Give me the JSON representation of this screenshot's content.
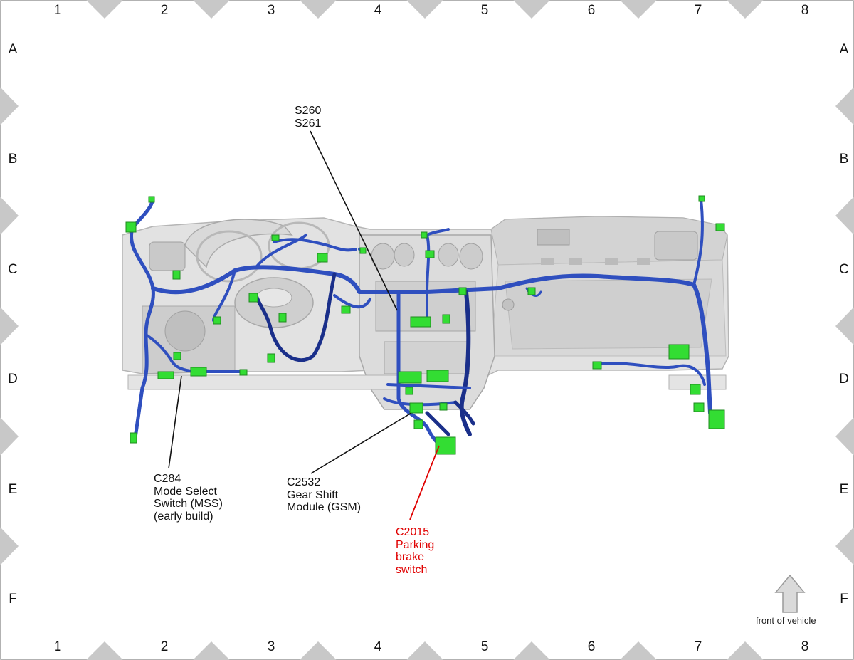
{
  "grid": {
    "columns": [
      "1",
      "2",
      "3",
      "4",
      "5",
      "6",
      "7",
      "8"
    ],
    "rows": [
      "A",
      "B",
      "C",
      "D",
      "E",
      "F"
    ]
  },
  "callouts": {
    "splices": {
      "line1": "S260",
      "line2": "S261"
    },
    "mss": {
      "line1": "C284",
      "line2": "Mode Select",
      "line3": "Switch (MSS)",
      "line4": "(early build)"
    },
    "gsm": {
      "line1": "C2532",
      "line2": "Gear Shift",
      "line3": "Module (GSM)"
    },
    "parking_brake": {
      "line1": "C2015",
      "line2": "Parking",
      "line3": "brake",
      "line4": "switch"
    }
  },
  "orientation": {
    "label": "front of vehicle",
    "icon": "up-arrow-icon"
  },
  "colors": {
    "harness": "#2f4fbf",
    "harness_dark": "#1a2f8a",
    "connector": "#33dd33",
    "highlight": "#e00000",
    "dash": "#d6d6d6"
  }
}
